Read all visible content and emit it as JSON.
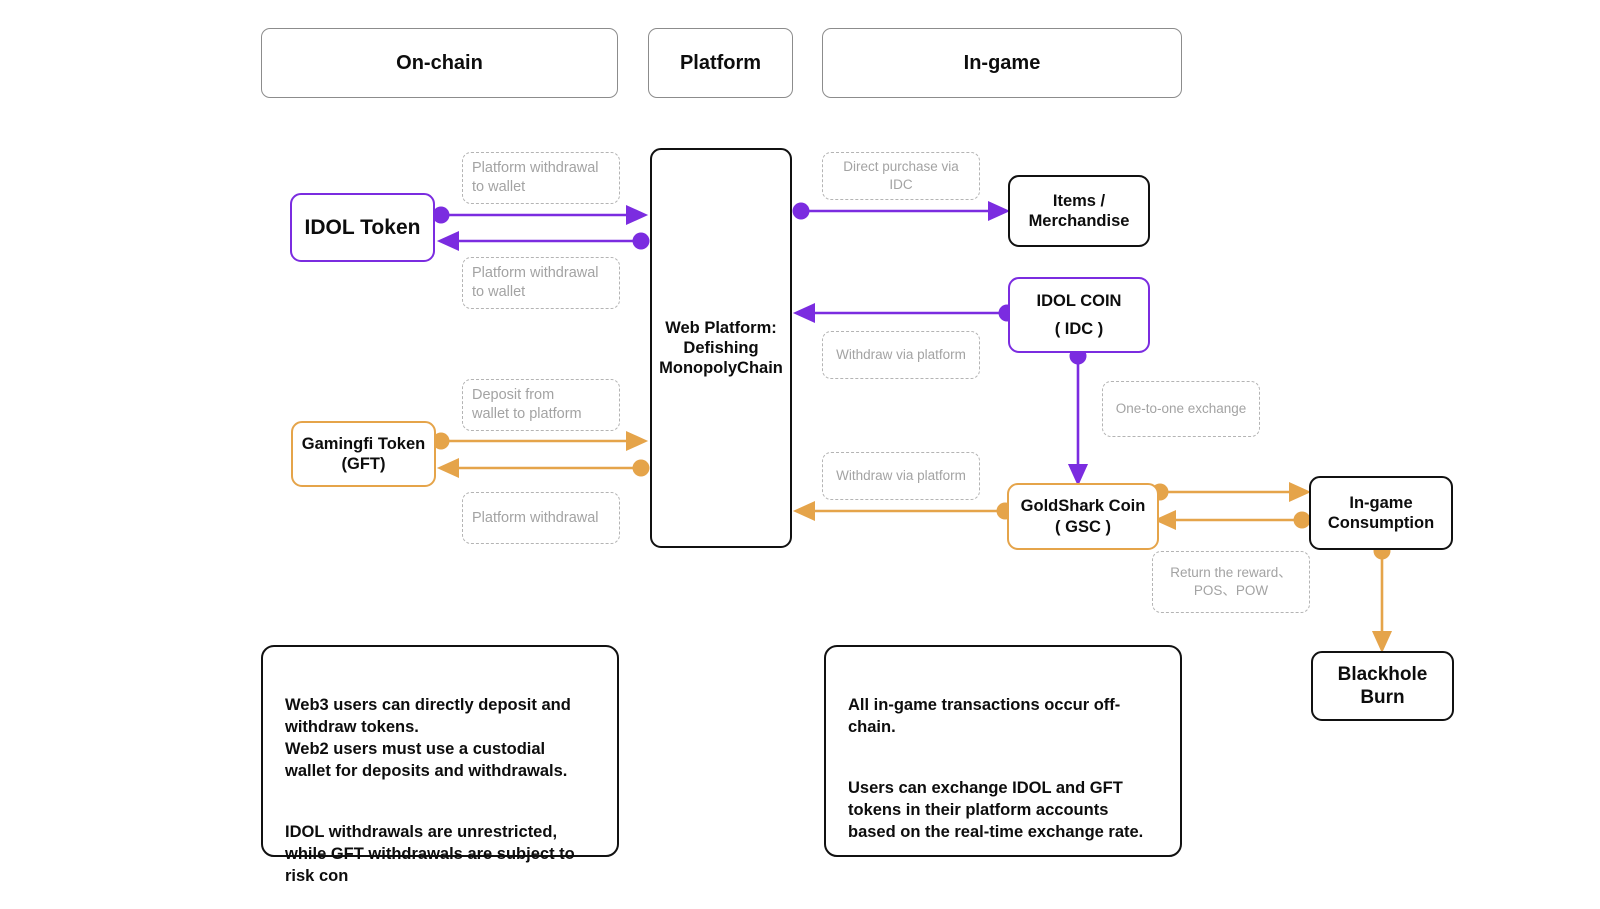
{
  "headers": [
    {
      "id": "on-chain",
      "label": "On-chain"
    },
    {
      "id": "platform",
      "label": "Platform"
    },
    {
      "id": "in-game",
      "label": "In-game"
    }
  ],
  "nodes": {
    "idol_token": {
      "label": "IDOL Token",
      "color": "#7b2ce0"
    },
    "gft": {
      "line1": "Gamingfi Token",
      "line2": "(GFT)",
      "color": "#e5a44a"
    },
    "platform": {
      "line1": "Web Platform:",
      "line2": "Defishing",
      "line3": "MonopolyChain",
      "color": "#111111"
    },
    "items": {
      "line1": "Items /",
      "line2": "Merchandise",
      "color": "#111111"
    },
    "idc": {
      "line1": "IDOL  COIN",
      "line2": "( IDC )",
      "color": "#7b2ce0"
    },
    "gsc": {
      "line1": "GoldShark Coin",
      "line2": "( GSC )",
      "color": "#e5a44a"
    },
    "consumption": {
      "line1": "In-game",
      "line2": "Consumption",
      "color": "#111111"
    },
    "blackhole": {
      "line1": "Blackhole",
      "line2": "Burn",
      "color": "#111111"
    }
  },
  "edge_labels": {
    "idol_withdraw_top": {
      "line1": "Platform withdrawal",
      "line2": "to wallet"
    },
    "idol_withdraw_bottom": {
      "line1": "Platform withdrawal",
      "line2": "to wallet"
    },
    "gft_deposit": {
      "line1": "Deposit from",
      "line2": "wallet to platform"
    },
    "gft_withdraw": {
      "line1": "Platform withdrawal",
      "line2": ""
    },
    "direct_purchase": {
      "line1": "Direct purchase via IDC",
      "line2": ""
    },
    "idc_withdraw": {
      "line1": "Withdraw via platform",
      "line2": ""
    },
    "gsc_withdraw": {
      "line1": "Withdraw via platform",
      "line2": ""
    },
    "one_to_one": {
      "line1": "One-to-one exchange",
      "line2": ""
    },
    "return_reward": {
      "line1": "Return the reward、",
      "line2": "POS、POW"
    }
  },
  "notes": {
    "left": "Web3 users can directly deposit and withdraw tokens.\nWeb2 users must use a custodial wallet for deposits and withdrawals.",
    "left2": "IDOL withdrawals are unrestricted, while GFT withdrawals are subject to risk con",
    "right": "All in-game transactions occur off-chain.",
    "right2": "Users can exchange IDOL and GFT tokens in their platform accounts based on the real-time exchange rate."
  },
  "colors": {
    "purple": "#7b2ce0",
    "orange": "#e5a44a",
    "black": "#111111",
    "label_gray": "#a3a3a3",
    "header_border": "#8c8c8c"
  }
}
